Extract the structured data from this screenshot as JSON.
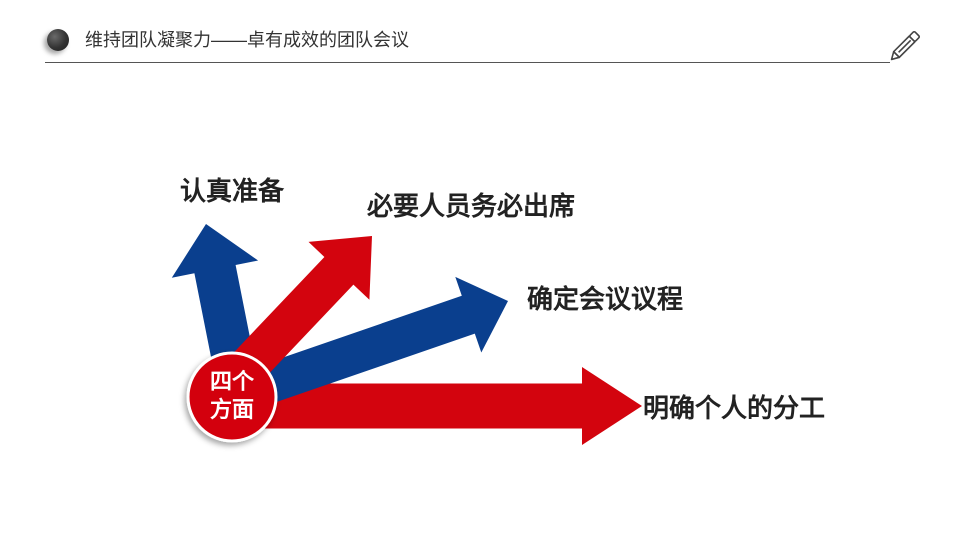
{
  "header": {
    "title": "维持团队凝聚力——卓有成效的团队会议",
    "bullet_icon": "dark-circle-bullet-icon",
    "pen_icon": "pen-icon"
  },
  "diagram": {
    "center": {
      "line1": "四个",
      "line2": "方面",
      "color": "#d3040e"
    },
    "items": [
      {
        "label": "认真准备",
        "color": "#0a3f8e"
      },
      {
        "label": "必要人员务必出席",
        "color": "#d3040e"
      },
      {
        "label": "确定会议议程",
        "color": "#0a3f8e"
      },
      {
        "label": "明确个人的分工",
        "color": "#d3040e"
      }
    ]
  },
  "colors": {
    "blue": "#0a3f8e",
    "red": "#d3040e",
    "text": "#222222",
    "rule": "#555555"
  }
}
